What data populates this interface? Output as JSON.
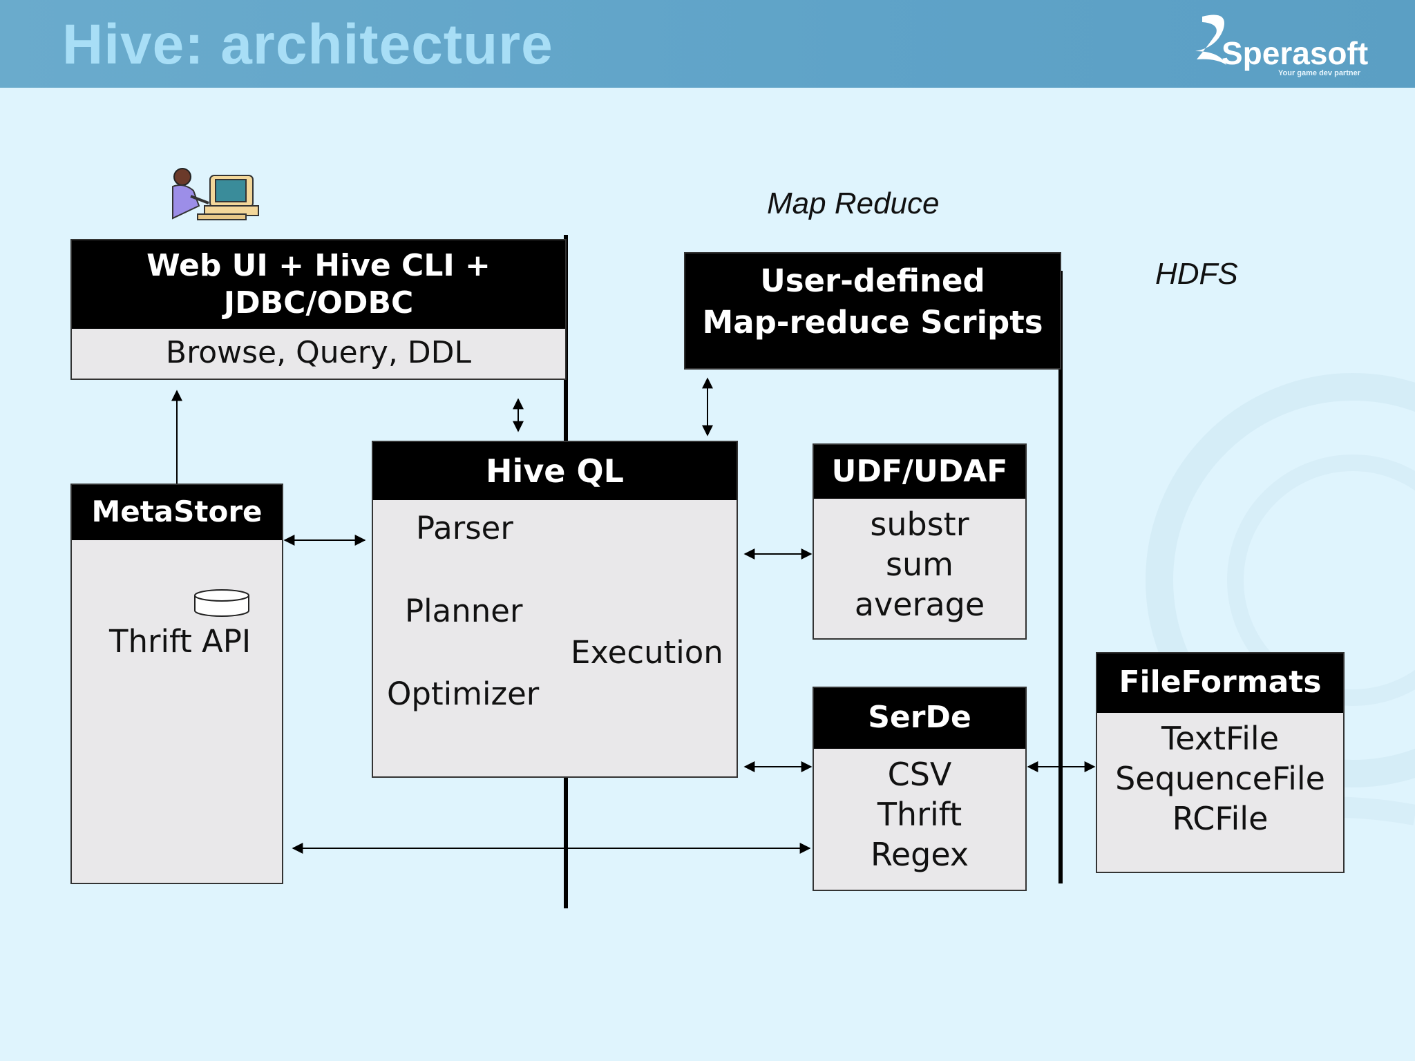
{
  "slide": {
    "title": "Hive: architecture",
    "brand": {
      "name": "Sperasoft",
      "tagline": "Your game dev partner"
    }
  },
  "labels": {
    "map_reduce": "Map Reduce",
    "hdfs": "HDFS"
  },
  "web_ui": {
    "header_line1": "Web UI + Hive CLI +",
    "header_line2": "JDBC/ODBC",
    "body": "Browse, Query, DDL"
  },
  "user_scripts": {
    "header_line1": "User-defined",
    "header_line2": "Map-reduce Scripts"
  },
  "metastore": {
    "header": "MetaStore",
    "item": "Thrift API"
  },
  "hiveql": {
    "header": "Hive QL",
    "items": [
      "Parser",
      "Planner",
      "Execution",
      "Optimizer"
    ]
  },
  "udf": {
    "header": "UDF/UDAF",
    "items": [
      "substr",
      "sum",
      "average"
    ]
  },
  "serde": {
    "header": "SerDe",
    "items": [
      "CSV",
      "Thrift",
      "Regex"
    ]
  },
  "fileformats": {
    "header": "FileFormats",
    "items": [
      "TextFile",
      "SequenceFile",
      "RCFile"
    ]
  },
  "icons": {
    "user_terminal": "user-at-computer-icon",
    "database": "database-icon"
  }
}
